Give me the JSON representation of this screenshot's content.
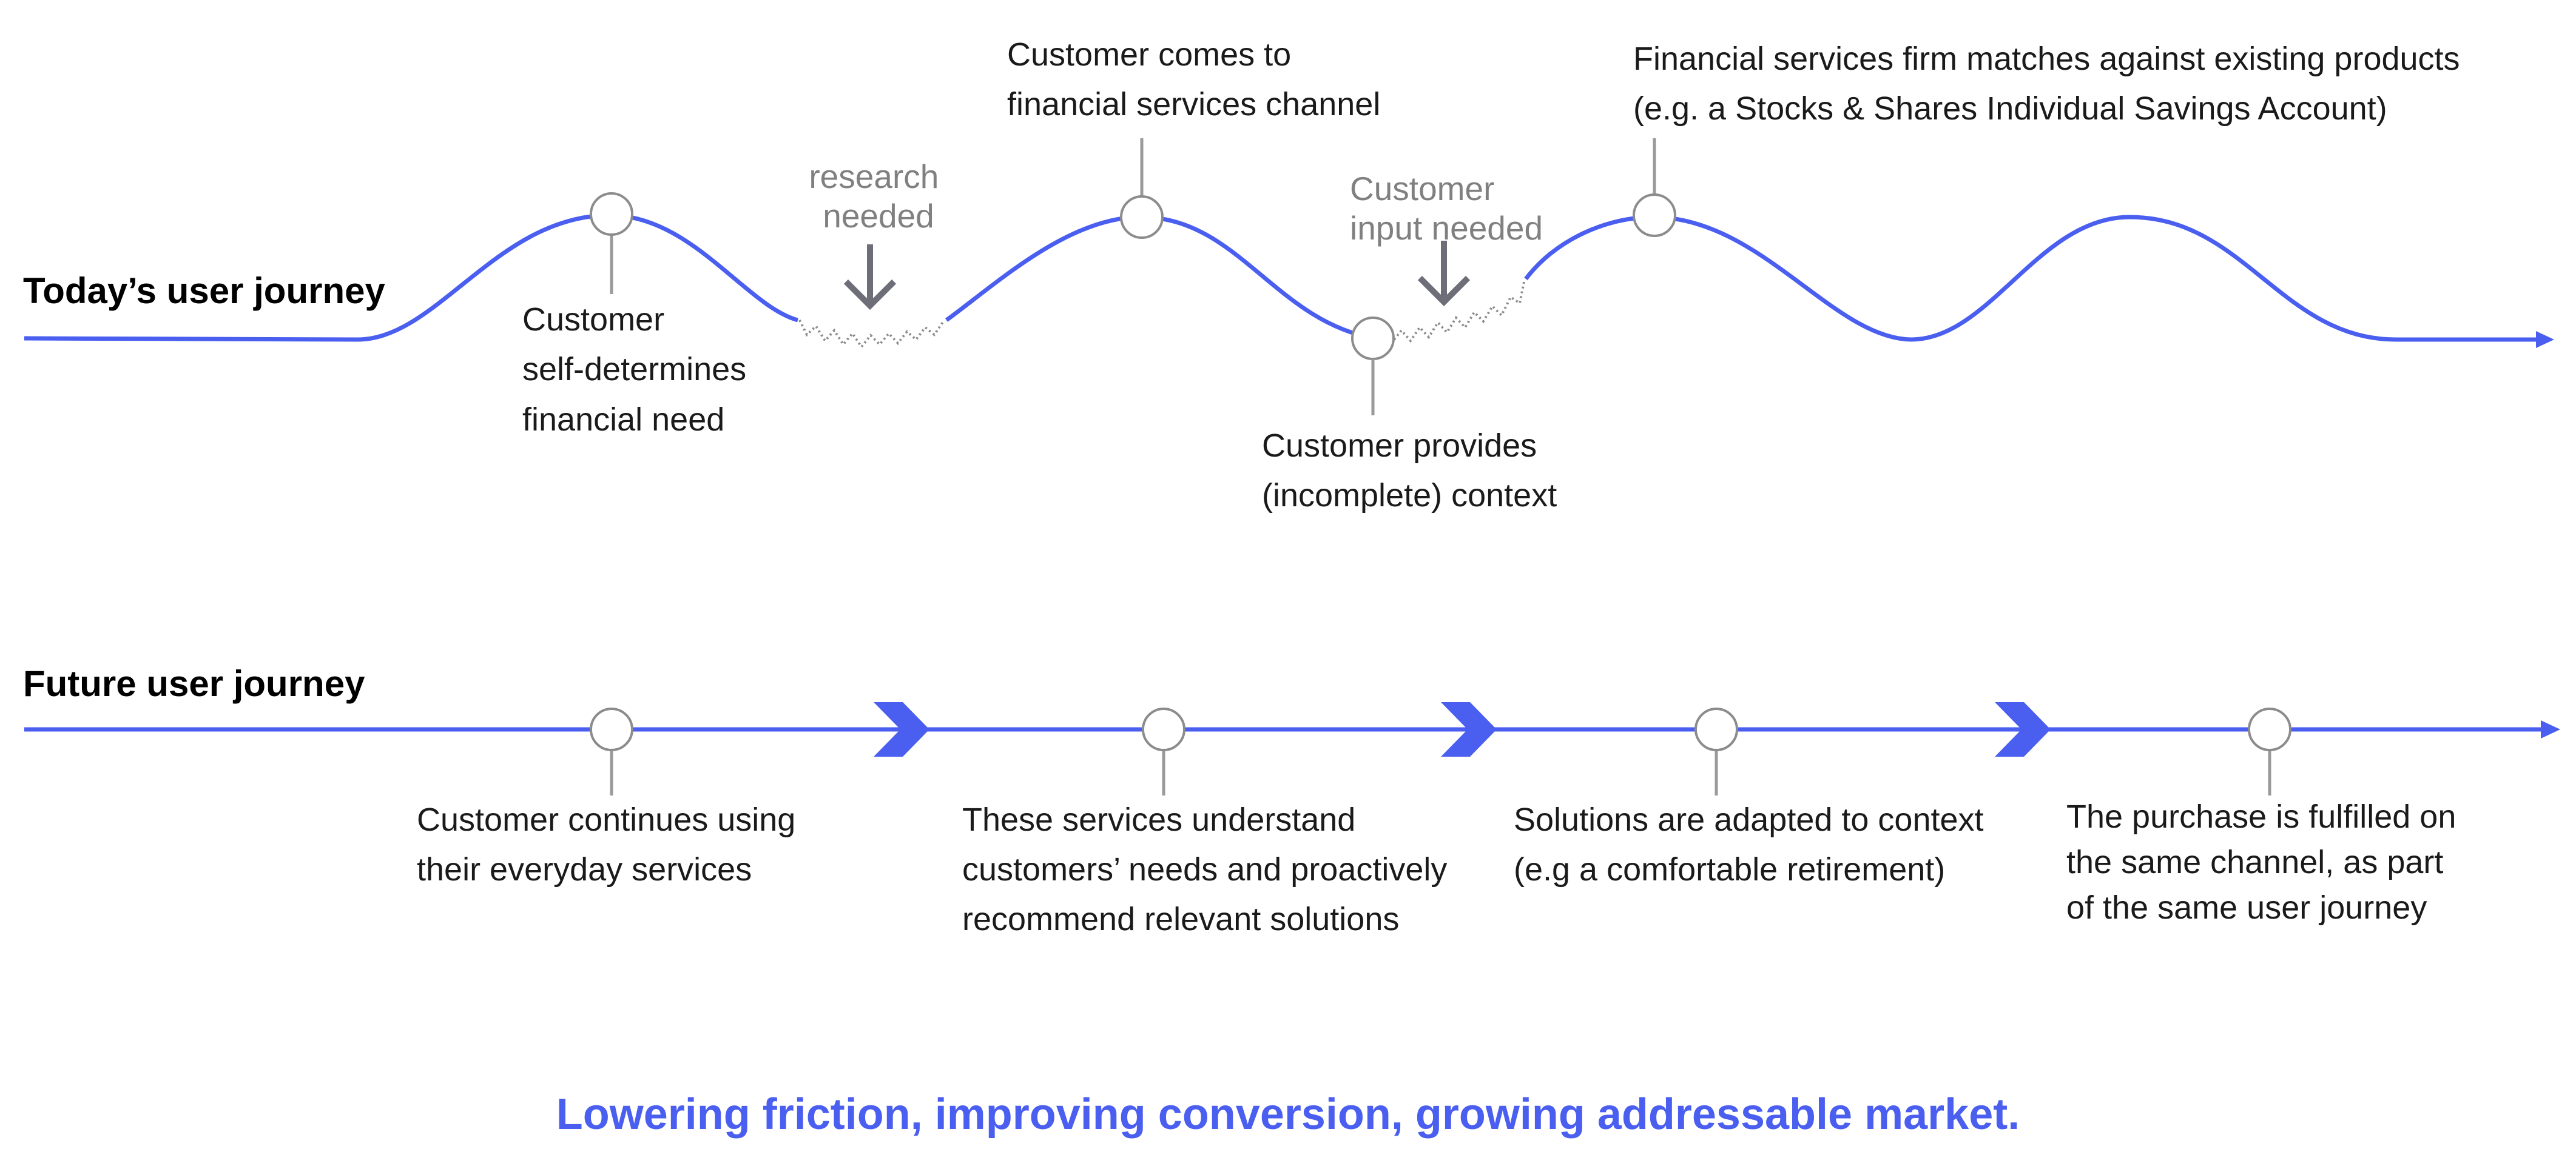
{
  "today": {
    "title": "Today’s user journey",
    "steps": [
      {
        "lines": [
          "Customer",
          "self-determines",
          "financial need"
        ]
      },
      {
        "lines": [
          "Customer comes to",
          "financial services channel"
        ]
      },
      {
        "lines": [
          "Customer provides",
          "(incomplete) context"
        ]
      },
      {
        "lines": [
          "Financial services firm matches against existing products",
          "(e.g. a Stocks & Shares Individual Savings Account)"
        ]
      }
    ],
    "frictions": [
      {
        "lines": [
          "research",
          "needed"
        ]
      },
      {
        "lines": [
          "Customer",
          "input needed"
        ]
      }
    ]
  },
  "future": {
    "title": "Future user journey",
    "steps": [
      {
        "lines": [
          "Customer continues using",
          "their everyday services"
        ]
      },
      {
        "lines": [
          "These services understand",
          "customers’ needs and proactively",
          "recommend relevant solutions"
        ]
      },
      {
        "lines": [
          "Solutions are adapted to context",
          "(e.g a comfortable retirement)"
        ]
      },
      {
        "lines": [
          "The purchase is fulfilled on",
          "the same channel, as part",
          "of the same user journey"
        ]
      }
    ]
  },
  "tagline": "Lowering friction, improving conversion, growing addressable market.",
  "colors": {
    "accent": "#4a5ef0",
    "connector": "#9a9a9a",
    "note": "#808080"
  }
}
